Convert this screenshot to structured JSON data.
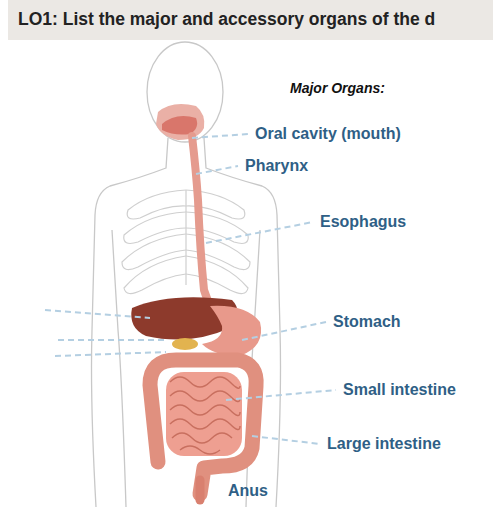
{
  "diagram": {
    "title": "LO1: List the major and accessory organs of the d",
    "labels": [
      "Major Organs:",
      "Oral cavity (mouth)",
      "Pharynx",
      "Esophagus",
      "Stomach",
      "Small intestine",
      "Large intestine",
      "Anus"
    ]
  }
}
